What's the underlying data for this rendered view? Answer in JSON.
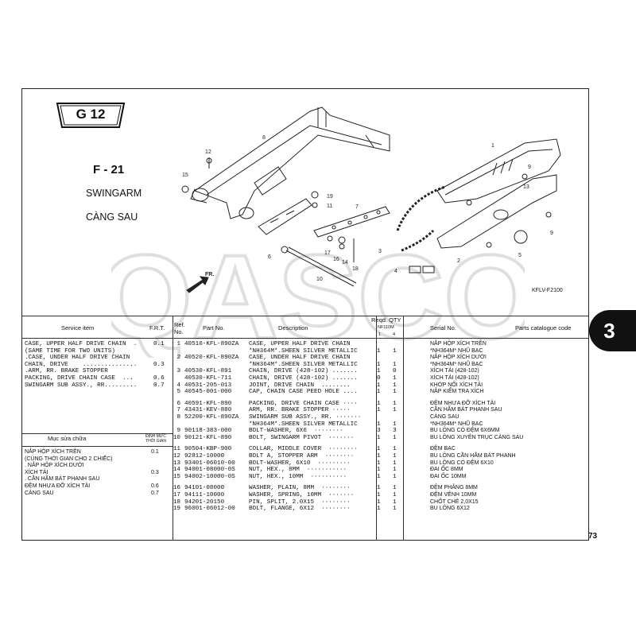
{
  "page": {
    "group_tab": "G 12",
    "section_code": "F - 21",
    "title_en": "SWINGARM",
    "title_vi": "CÀNG SAU",
    "diagram_code": "KFLV-F2100",
    "fr_label": "FR.",
    "watermark": "QASCO",
    "side_tab": "3",
    "page_number": "73"
  },
  "callouts": [
    "1",
    "2",
    "3",
    "4",
    "5",
    "6",
    "7",
    "8",
    "9",
    "9",
    "10",
    "11",
    "12",
    "13",
    "14",
    "15",
    "16",
    "17",
    "18",
    "19"
  ],
  "header": {
    "service_item": "Service item",
    "frt": "F.R.T.",
    "ref_no_1": "Ref.",
    "ref_no_2": "No.",
    "part_no": "Part No.",
    "description": "Description",
    "reqd_qty": "Reqd. QTY",
    "model": "NF110M",
    "qty_col_1": "1",
    "qty_col_2": "4",
    "serial_no": "Serial No.",
    "catalogue_code": "Parts catalogue code"
  },
  "service_items": [
    {
      "text": "CASE, UPPER HALF DRIVE CHAIN  .",
      "frt": "0.1"
    },
    {
      "text": "(SAME TIME FOR TWO UNITS)",
      "frt": ""
    },
    {
      "text": ".CASE, UNDER HALF DRIVE CHAIN",
      "frt": ""
    },
    {
      "text": "CHAIN, DRIVE    ...............",
      "frt": "0.3"
    },
    {
      "text": ".ARM, RR. BRAKE STOPPER",
      "frt": ""
    },
    {
      "text": "PACKING, DRIVE CHAIN CASE  ...",
      "frt": "0.6"
    },
    {
      "text": "SWINGARM SUB ASSY., RR.........",
      "frt": "0.7"
    }
  ],
  "vi_header": {
    "title": "Mục sửa chữa",
    "norm_1": "ĐỊNH MỨC",
    "norm_2": "THỜI GIAN"
  },
  "vi_items": [
    {
      "text": "NẮP HỘP XÍCH TRÊN",
      "frt": "0.1"
    },
    {
      "text": "(CÙNG THỜI GIAN CHO 2 CHIẾC)",
      "frt": ""
    },
    {
      "text": ". NẮP HỘP XÍCH DƯỚI",
      "frt": ""
    },
    {
      "text": "XÍCH TẢI",
      "frt": "0.3"
    },
    {
      "text": ". CẦN HÃM BÁT PHANH SAU",
      "frt": ""
    },
    {
      "text": "ĐỆM NHỰA ĐỠ XÍCH TẢI",
      "frt": "0.6"
    },
    {
      "text": "CÀNG SAU",
      "frt": "0.7"
    }
  ],
  "parts": [
    {
      "ref": "1",
      "part": "40510-KFL-890ZA",
      "desc": "CASE, UPPER HALF DRIVE CHAIN",
      "q1": "",
      "q4": "",
      "serial": "NẮP HỘP XÍCH TRÊN"
    },
    {
      "ref": "",
      "part": "",
      "desc": "*NH364M*.SHEEN SILVER METALLIC",
      "q1": "1",
      "q4": "1",
      "serial": "*NH364M* NHŨ BẠC"
    },
    {
      "ref": "2",
      "part": "40520-KFL-890ZA",
      "desc": "CASE, UNDER HALF DRIVE CHAIN",
      "q1": "",
      "q4": "",
      "serial": "NẮP HỘP XÍCH DƯỚI"
    },
    {
      "ref": "",
      "part": "",
      "desc": "*NH364M*.SHEEN SILVER METALLIC",
      "q1": "1",
      "q4": "1",
      "serial": "*NH364M* NHŨ BẠC"
    },
    {
      "ref": "3",
      "part": "40530-KFL-891",
      "desc": "CHAIN, DRIVE (428-102) .......",
      "q1": "1",
      "q4": "0",
      "serial": "XÍCH TẢI (428-102)"
    },
    {
      "ref": "",
      "part": "40530-KFL-711",
      "desc": "CHAIN, DRIVE (428-102) .......",
      "q1": "0",
      "q4": "1",
      "serial": "XÍCH TẢI (428-102)"
    },
    {
      "ref": "4",
      "part": "40531-205-013",
      "desc": "JOINT, DRIVE CHAIN  ........",
      "q1": "1",
      "q4": "1",
      "serial": "KHỚP NỐI XÍCH TẢI"
    },
    {
      "ref": "5",
      "part": "40545-001-000",
      "desc": "CAP, CHAIN CASE PEED HOLE ....",
      "q1": "1",
      "q4": "1",
      "serial": "NẮP KIỂM TRA XÍCH"
    },
    {
      "ref": "6",
      "part": "40591-KFL-890",
      "desc": "PACKING, DRIVE CHAIN CASE ····",
      "q1": "1",
      "q4": "1",
      "serial": "ĐỆM NHỰA ĐỠ XÍCH TẢI"
    },
    {
      "ref": "7",
      "part": "43431-KEV-880",
      "desc": "ARM, RR. BRAKE STOPPER ·····",
      "q1": "1",
      "q4": "1",
      "serial": "CẦN HÃM BÁT PHANH SAU"
    },
    {
      "ref": "8",
      "part": "52200-KFL-890ZA",
      "desc": "SWINGARM SUB ASSY., RR. ·······",
      "q1": "",
      "q4": "",
      "serial": "CÀNG SAU"
    },
    {
      "ref": "",
      "part": "",
      "desc": "*NH364M*.SHEEN SILVER METALLIC",
      "q1": "1",
      "q4": "1",
      "serial": "*NH364M* NHŨ BẠC"
    },
    {
      "ref": "9",
      "part": "90118-383-000",
      "desc": "BOLT-WASHER, 6X6  ········",
      "q1": "3",
      "q4": "3",
      "serial": "BU LÔNG CÓ ĐỆM 6X6MM"
    },
    {
      "ref": "10",
      "part": "90121-KFL-890",
      "desc": "BOLT, SWINGARM PIVOT  ·······",
      "q1": "1",
      "q4": "1",
      "serial": "BU LÔNG XUYÊN TRỤC CÀNG SAU"
    },
    {
      "ref": "11",
      "part": "90504-KBP-900",
      "desc": "COLLAR, MIDDLE COVER  ········",
      "q1": "1",
      "q4": "1",
      "serial": "ĐỆM BẠC"
    },
    {
      "ref": "12",
      "part": "92812-10000",
      "desc": "BOLT A, STOPPER ARM  ········",
      "q1": "1",
      "q4": "1",
      "serial": "BU LÔNG CẦN HÃM BÁT PHANH"
    },
    {
      "ref": "13",
      "part": "93401-06010-00",
      "desc": "BOLT-WASHER, 6X10  ·········",
      "q1": "1",
      "q4": "1",
      "serial": "BU LÔNG CÓ ĐỆM 6X10"
    },
    {
      "ref": "14",
      "part": "94001-08000-0S",
      "desc": "NUT, HEX., 8MM  ···········",
      "q1": "1",
      "q4": "1",
      "serial": "ĐAI ỐC 8MM"
    },
    {
      "ref": "15",
      "part": "94002-10000-0S",
      "desc": "NUT, HEX., 10MM  ··········",
      "q1": "1",
      "q4": "1",
      "serial": "ĐAI ỐC 10MM"
    },
    {
      "ref": "16",
      "part": "94101-08000",
      "desc": "WASHER, PLAIN, 8MM  ········",
      "q1": "1",
      "q4": "1",
      "serial": "ĐỆM PHẲNG 8MM"
    },
    {
      "ref": "17",
      "part": "94111-10000",
      "desc": "WASHER, SPRING, 10MM  ·······",
      "q1": "1",
      "q4": "1",
      "serial": "ĐỆM VÊNH 10MM"
    },
    {
      "ref": "18",
      "part": "94201-20150",
      "desc": "PIN, SPLIT, 2.0X15  ········",
      "q1": "1",
      "q4": "1",
      "serial": "CHỐT CHẺ 2,0X15"
    },
    {
      "ref": "19",
      "part": "96001-06012-00",
      "desc": "BOLT, FLANGE, 6X12  ········",
      "q1": "1",
      "q4": "1",
      "serial": "BU LÔNG 6X12"
    }
  ]
}
